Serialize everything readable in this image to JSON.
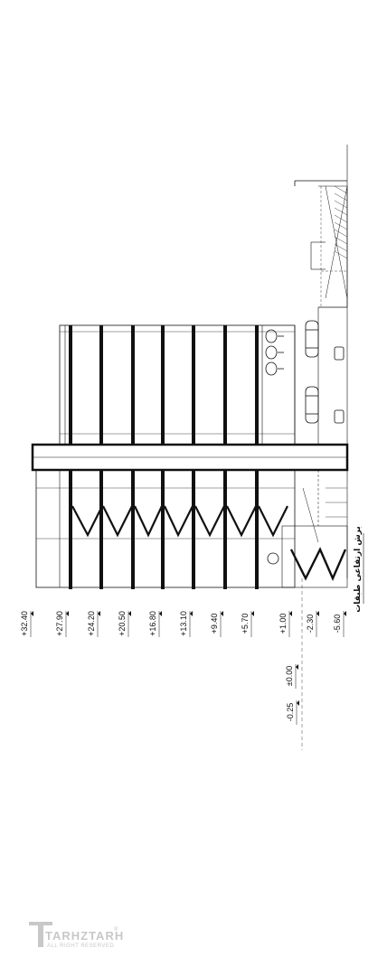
{
  "drawing": {
    "title": "برش ارتفاعی طبقات",
    "levels_upper": [
      "+32.40",
      "+27.90",
      "+24.20",
      "+20.50",
      "+16.80",
      "+13.10",
      "+9.40",
      "+5.70",
      "+1.00",
      "-2.30",
      "-5.60"
    ],
    "levels_ground": [
      "±0.00",
      "-0.25"
    ]
  },
  "watermark": {
    "brand": "TARHZTARH",
    "tagline": "ALL RIGHT RESERVED",
    "registered": "®"
  },
  "colors": {
    "ink": "#111111",
    "watermark": "#c8c8c8"
  }
}
